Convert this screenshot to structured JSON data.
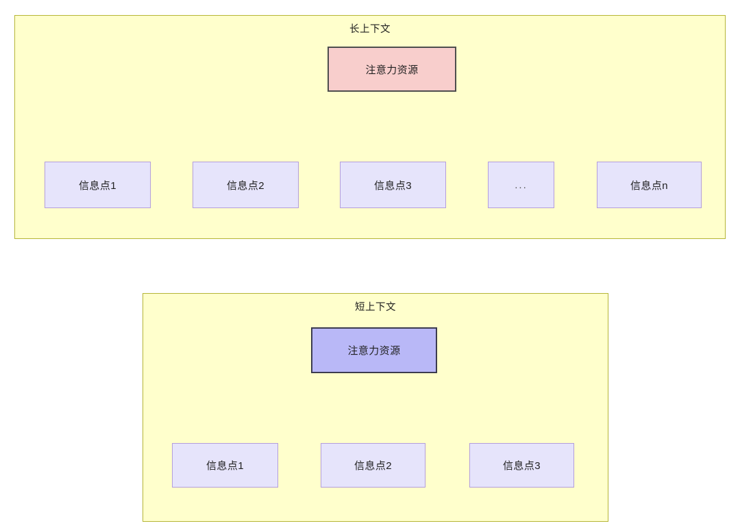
{
  "diagram": {
    "title_visible": false,
    "background_color": "#ffffff",
    "panels": [
      {
        "id": "long-context",
        "title": "长上下文",
        "fill_color": "#ffffcc",
        "border_color": "#b5b535",
        "root": {
          "label": "注意力资源",
          "fill_color": "#f8cecc",
          "border_color": "#4d4d4d"
        },
        "children": [
          {
            "label": "信息点1",
            "fill_color": "#e6e4fb",
            "border_color": "#b39ddb"
          },
          {
            "label": "信息点2",
            "fill_color": "#e6e4fb",
            "border_color": "#b39ddb"
          },
          {
            "label": "信息点3",
            "fill_color": "#e6e4fb",
            "border_color": "#b39ddb"
          },
          {
            "label": "...",
            "fill_color": "#e6e4fb",
            "border_color": "#b39ddb"
          },
          {
            "label": "信息点n",
            "fill_color": "#e6e4fb",
            "border_color": "#b39ddb"
          }
        ]
      },
      {
        "id": "short-context",
        "title": "短上下文",
        "fill_color": "#ffffcc",
        "border_color": "#b5b535",
        "root": {
          "label": "注意力资源",
          "fill_color": "#b9b8f7",
          "border_color": "#3b3b4f"
        },
        "children": [
          {
            "label": "信息点1",
            "fill_color": "#e6e4fb",
            "border_color": "#b39ddb"
          },
          {
            "label": "信息点2",
            "fill_color": "#e6e4fb",
            "border_color": "#b39ddb"
          },
          {
            "label": "信息点3",
            "fill_color": "#e6e4fb",
            "border_color": "#b39ddb"
          }
        ]
      }
    ],
    "edge_color": "#333333"
  }
}
